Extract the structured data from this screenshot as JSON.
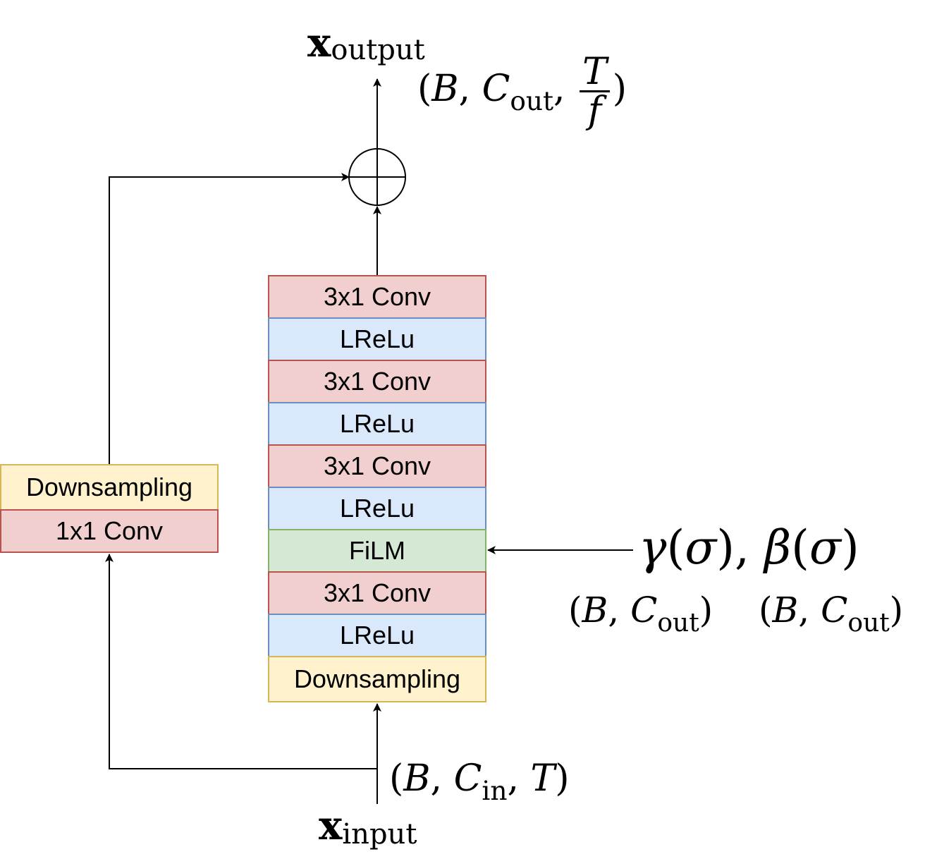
{
  "main_stack": [
    {
      "label": "3x1 Conv",
      "kind": "conv"
    },
    {
      "label": "LReLu",
      "kind": "relu"
    },
    {
      "label": "3x1 Conv",
      "kind": "conv"
    },
    {
      "label": "LReLu",
      "kind": "relu"
    },
    {
      "label": "3x1 Conv",
      "kind": "conv"
    },
    {
      "label": "LReLu",
      "kind": "relu"
    },
    {
      "label": "FiLM",
      "kind": "film"
    },
    {
      "label": "3x1 Conv",
      "kind": "conv"
    },
    {
      "label": "LReLu",
      "kind": "relu"
    },
    {
      "label": "Downsampling",
      "kind": "down"
    }
  ],
  "skip_stack": [
    {
      "label": "Downsampling",
      "kind": "down"
    },
    {
      "label": "1x1 Conv",
      "kind": "conv"
    }
  ],
  "labels": {
    "x_symbol": "x",
    "output_sub": "output",
    "input_sub": "input",
    "B": "B",
    "C": "C",
    "T": "T",
    "f": "f",
    "out": "out",
    "in": "in",
    "gamma": "γ",
    "beta": "β",
    "sigma": "σ"
  },
  "colors": {
    "conv_fill": "#f1cfcf",
    "conv_stroke": "#b85450",
    "relu_fill": "#dae8fc",
    "relu_stroke": "#6c8ebf",
    "film_fill": "#d5e8d4",
    "film_stroke": "#82b366",
    "down_fill": "#fff2cc",
    "down_stroke": "#d6b656"
  }
}
